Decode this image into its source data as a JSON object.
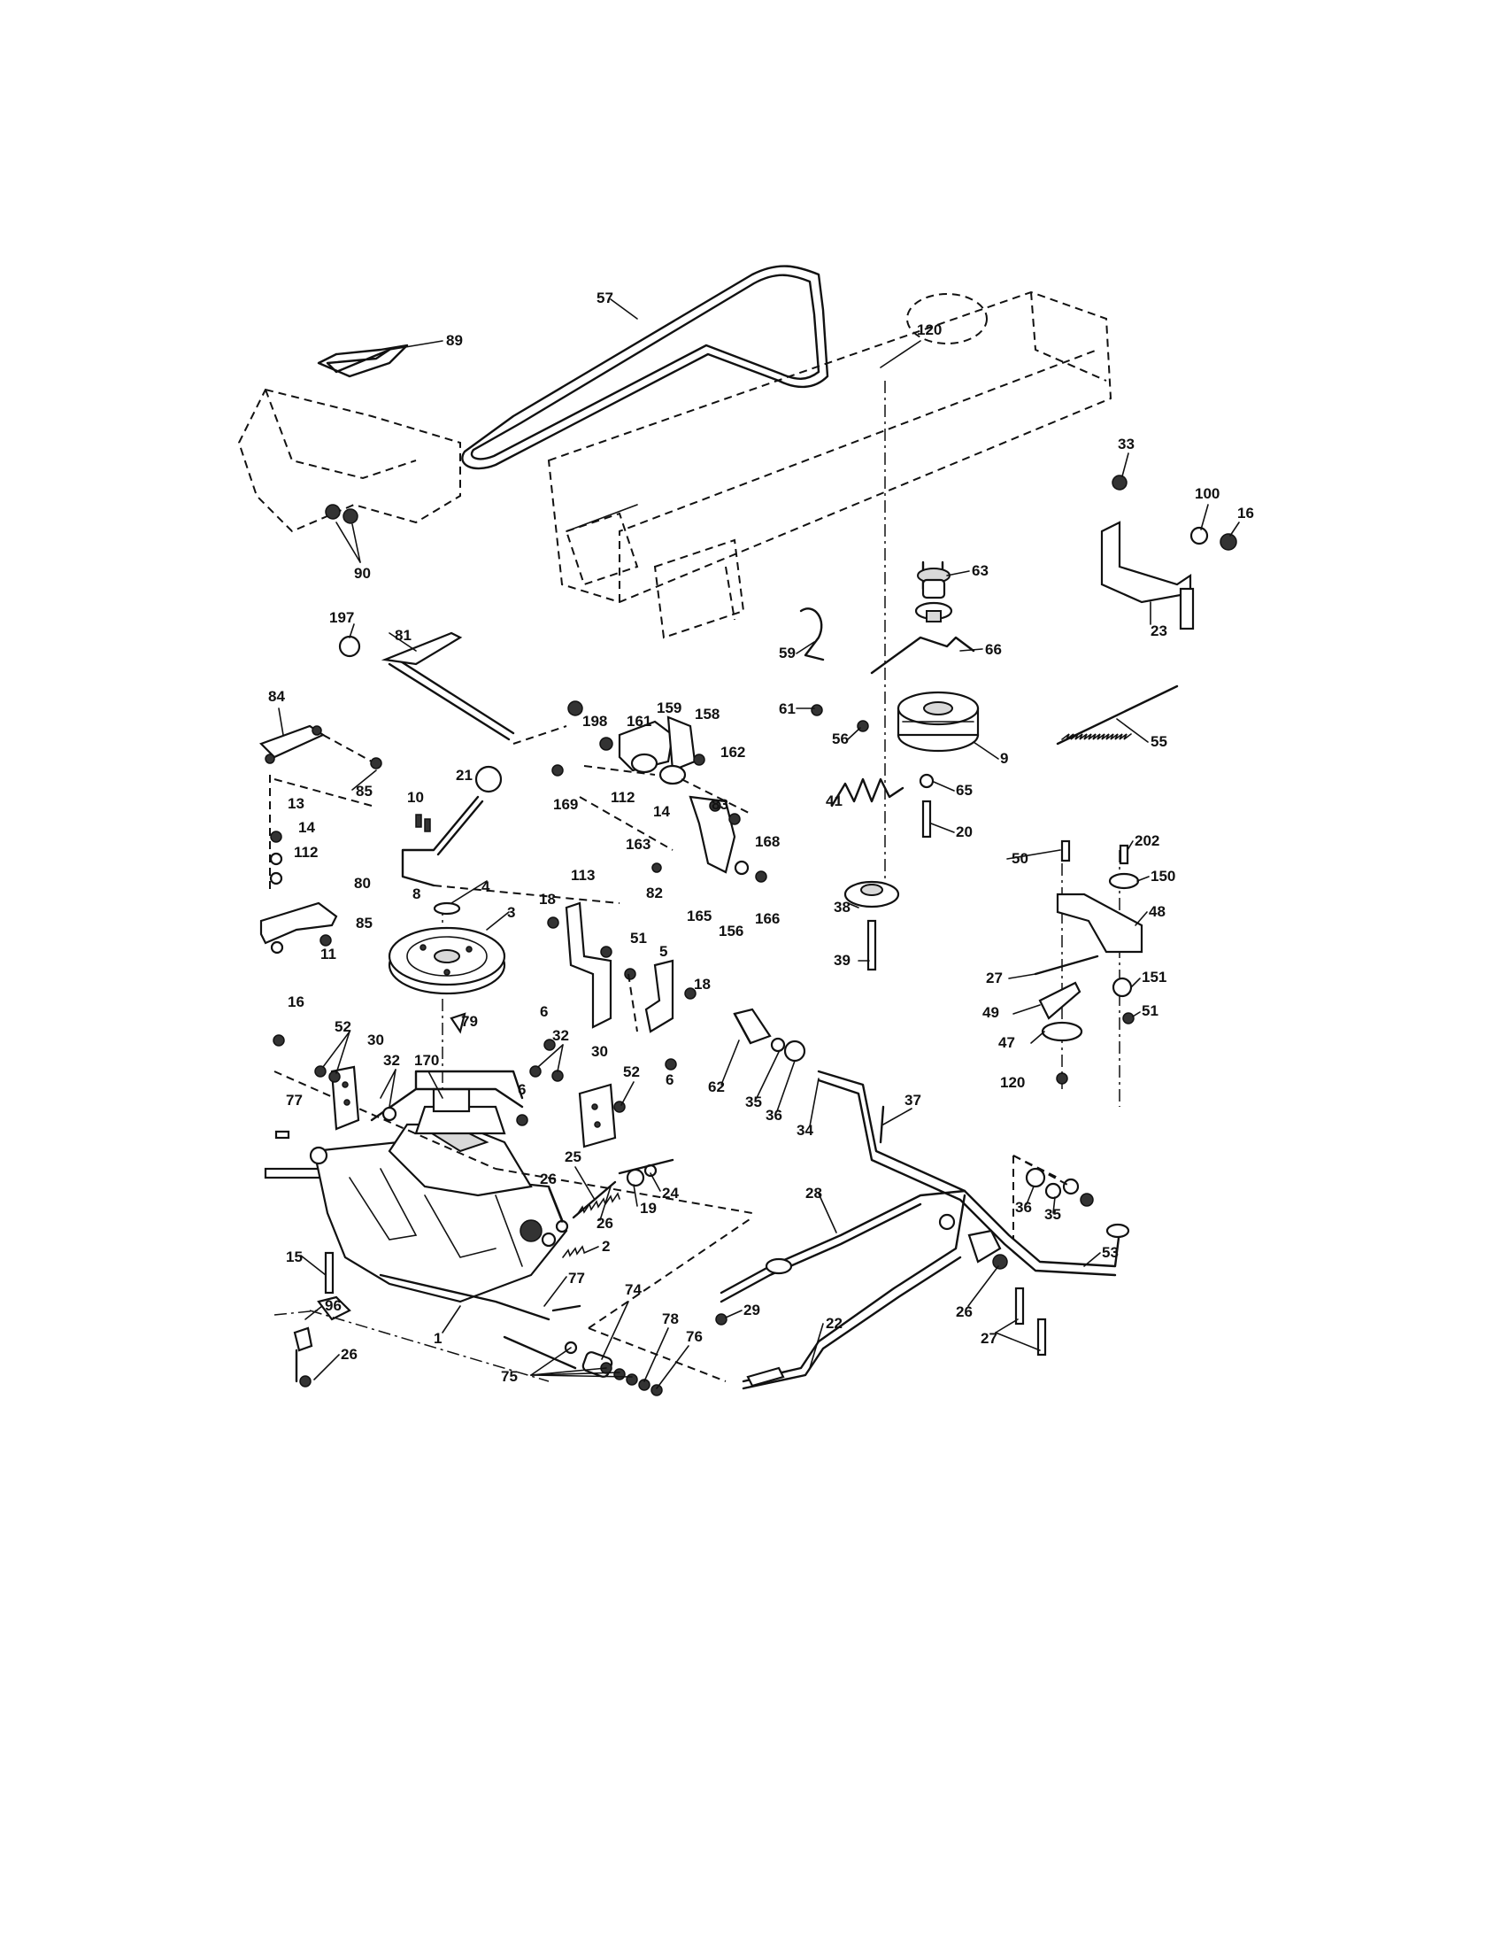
{
  "diagram": {
    "part_numbers": [
      "57",
      "89",
      "90",
      "120",
      "33",
      "100",
      "16",
      "63",
      "23",
      "59",
      "66",
      "61",
      "56",
      "9",
      "55",
      "65",
      "20",
      "41",
      "197",
      "81",
      "84",
      "85",
      "198",
      "161",
      "159",
      "158",
      "162",
      "169",
      "112",
      "14",
      "83",
      "163",
      "168",
      "165",
      "156",
      "166",
      "82",
      "10",
      "21",
      "8",
      "13",
      "14b",
      "112b",
      "80",
      "85b",
      "11",
      "4",
      "3",
      "18",
      "113",
      "51",
      "5",
      "18b",
      "6",
      "6b",
      "79",
      "50",
      "202",
      "150",
      "48",
      "38",
      "39",
      "27",
      "151",
      "49",
      "51b",
      "47",
      "120b",
      "16b",
      "52",
      "30",
      "32",
      "170",
      "6c",
      "32b",
      "30b",
      "52b",
      "77",
      "25",
      "26",
      "24",
      "19",
      "26b",
      "2",
      "62",
      "35",
      "36",
      "34",
      "37",
      "15",
      "1",
      "96",
      "26c",
      "77b",
      "74",
      "78",
      "76",
      "75",
      "28",
      "29",
      "22",
      "36b",
      "35b",
      "53",
      "26d",
      "27b"
    ],
    "labels": {
      "57": "57",
      "89": "89",
      "90": "90",
      "120": "120",
      "33": "33",
      "100": "100",
      "16": "16",
      "63": "63",
      "23": "23",
      "59": "59",
      "66": "66",
      "61": "61",
      "56": "56",
      "9": "9",
      "55": "55",
      "65": "65",
      "20": "20",
      "41": "41",
      "197": "197",
      "81": "81",
      "84": "84",
      "85": "85",
      "198": "198",
      "161": "161",
      "159": "159",
      "158": "158",
      "162": "162",
      "169": "169",
      "112": "112",
      "14": "14",
      "83": "83",
      "163": "163",
      "168": "168",
      "165": "165",
      "156": "156",
      "166": "166",
      "82": "82",
      "10": "10",
      "21": "21",
      "8": "8",
      "13": "13",
      "14b": "14",
      "112b": "112",
      "80": "80",
      "85b": "85",
      "11": "11",
      "4": "4",
      "3": "3",
      "18": "18",
      "113": "113",
      "51": "51",
      "5": "5",
      "18b": "18",
      "6": "6",
      "6b": "6",
      "79": "79",
      "50": "50",
      "202": "202",
      "150": "150",
      "48": "48",
      "38": "38",
      "39": "39",
      "27": "27",
      "151": "151",
      "49": "49",
      "51b": "51",
      "47": "47",
      "120b": "120",
      "16b": "16",
      "52": "52",
      "30": "30",
      "32": "32",
      "170": "170",
      "6c": "6",
      "32b": "32",
      "30b": "30",
      "52b": "52",
      "77": "77",
      "25": "25",
      "26": "26",
      "24": "24",
      "19": "19",
      "26b": "26",
      "2": "2",
      "62": "62",
      "35": "35",
      "36": "36",
      "34": "34",
      "37": "37",
      "15": "15",
      "1": "1",
      "96": "96",
      "26c": "26",
      "77b": "77",
      "74": "74",
      "78": "78",
      "76": "76",
      "75": "75",
      "28": "28",
      "29": "29",
      "22": "22",
      "36b": "36",
      "35b": "35",
      "53": "53",
      "26d": "26",
      "27b": "27"
    }
  }
}
